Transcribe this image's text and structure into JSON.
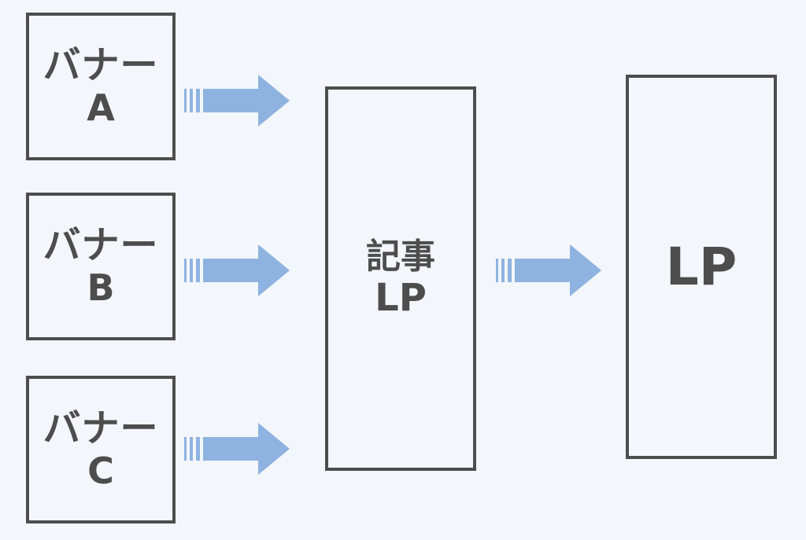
{
  "diagram": {
    "banners": [
      {
        "label": "バナー",
        "letter": "A"
      },
      {
        "label": "バナー",
        "letter": "B"
      },
      {
        "label": "バナー",
        "letter": "C"
      }
    ],
    "article_lp": {
      "line1": "記事",
      "line2": "LP"
    },
    "final_lp": {
      "label": "LP"
    },
    "colors": {
      "background": "#f3f6fb",
      "box_border": "#4d4d4d",
      "text": "#4d4d4d",
      "arrow": "#8fb3e0"
    },
    "arrow_icon": "right-arrow-icon"
  }
}
